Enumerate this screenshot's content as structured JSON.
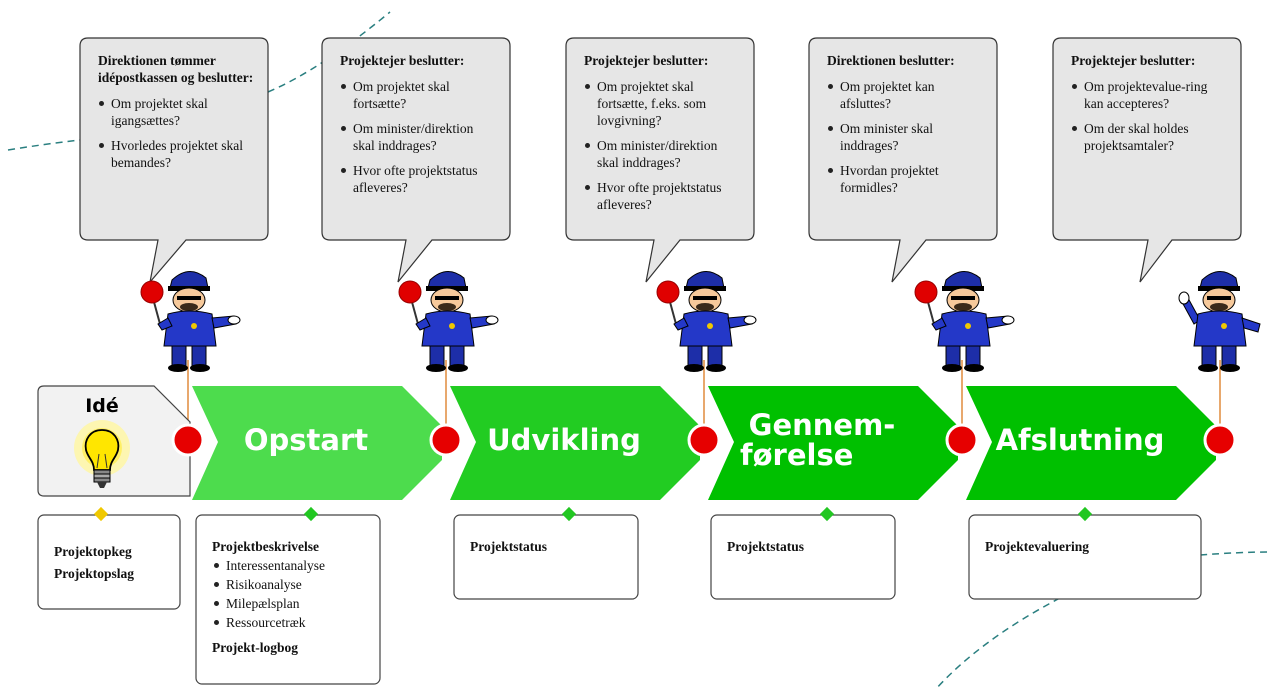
{
  "colors": {
    "bubble_fill": "#e6e6e6",
    "phase_light": "#4ddc4d",
    "phase_dark": "#00c000",
    "gate": "#e60000",
    "idea_fill": "#f2f2f2",
    "diamond_yellow": "#f0c800",
    "diamond_green": "#22c722"
  },
  "bubbles": [
    {
      "heading": "Direktionen tømmer idépostkassen og beslutter:",
      "items": [
        "Om projektet skal igangsættes?",
        "Hvorledes projektet skal bemandes?"
      ]
    },
    {
      "heading": "Projektejer beslutter:",
      "items": [
        "Om projektet skal fortsætte?",
        "Om minister/direktion skal inddrages?",
        "Hvor ofte projektstatus afleveres?"
      ]
    },
    {
      "heading": "Projektejer beslutter:",
      "items": [
        "Om projektet skal fortsætte, f.eks. som lovgivning?",
        "Om minister/direktion skal inddrages?",
        "Hvor ofte projektstatus afleveres?"
      ]
    },
    {
      "heading": "Direktionen beslutter:",
      "items": [
        "Om projektet kan afsluttes?",
        "Om minister skal inddrages?",
        "Hvordan projektet formidles?"
      ]
    },
    {
      "heading": "Projektejer beslutter:",
      "items": [
        "Om projektevalue-ring kan accepteres?",
        "Om der skal holdes projektsamtaler?"
      ]
    }
  ],
  "idea": {
    "label": "Idé",
    "icon": "lightbulb-icon"
  },
  "phases": [
    {
      "line1": "Opstart",
      "line2": ""
    },
    {
      "line1": "Udvikling",
      "line2": ""
    },
    {
      "line1": "Gennem-",
      "line2": "førelse"
    },
    {
      "line1": "Afslutning",
      "line2": ""
    }
  ],
  "gatekeeper_icon": "police-officer-icon",
  "stop_sign_icon": "stop-sign-icon",
  "boxes": {
    "idea": {
      "line1": "Projektopkeg",
      "line2": "Projektopslag"
    },
    "opstart": {
      "title": "Projektbeskrivelse",
      "items": [
        "Interessentanalyse",
        "Risikoanalyse",
        "Milepælsplan",
        "Ressourcetræk"
      ],
      "footer": "Projekt-logbog"
    },
    "udvikling": {
      "title": "Projektstatus"
    },
    "gennemforelse": {
      "title": "Projektstatus"
    },
    "afslutning": {
      "title": "Projektevaluering"
    }
  }
}
